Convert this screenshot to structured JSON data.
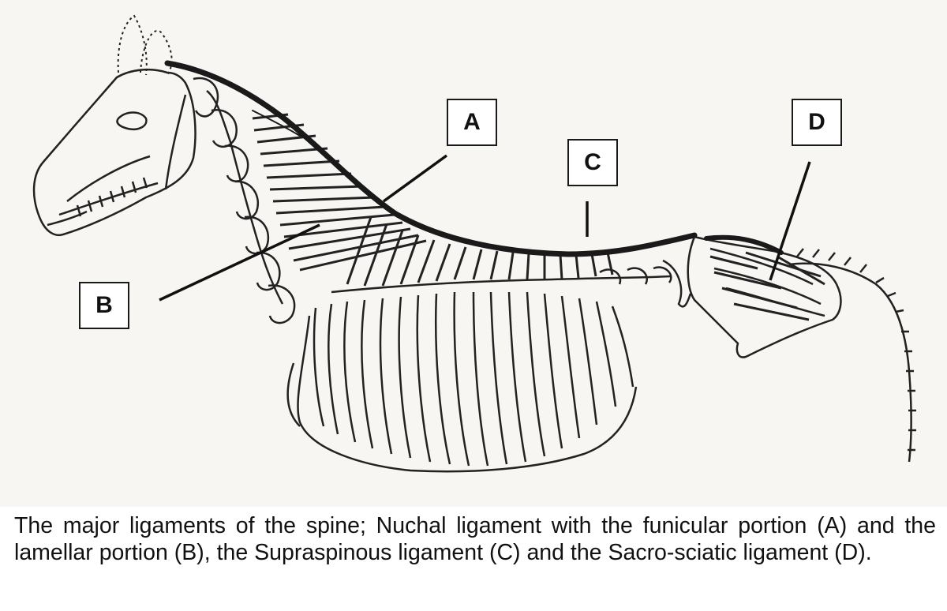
{
  "labels": {
    "a": "A",
    "b": "B",
    "c": "C",
    "d": "D"
  },
  "caption": "The major ligaments of the spine; Nuchal ligament with the funicular portion (A) and the lamellar portion (B), the Supraspinous ligament (C) and the Sacro-sciatic ligament (D).",
  "colors": {
    "ink": "#1a1a1a",
    "paper": "#f7f6f3",
    "ligament": "#222222"
  }
}
